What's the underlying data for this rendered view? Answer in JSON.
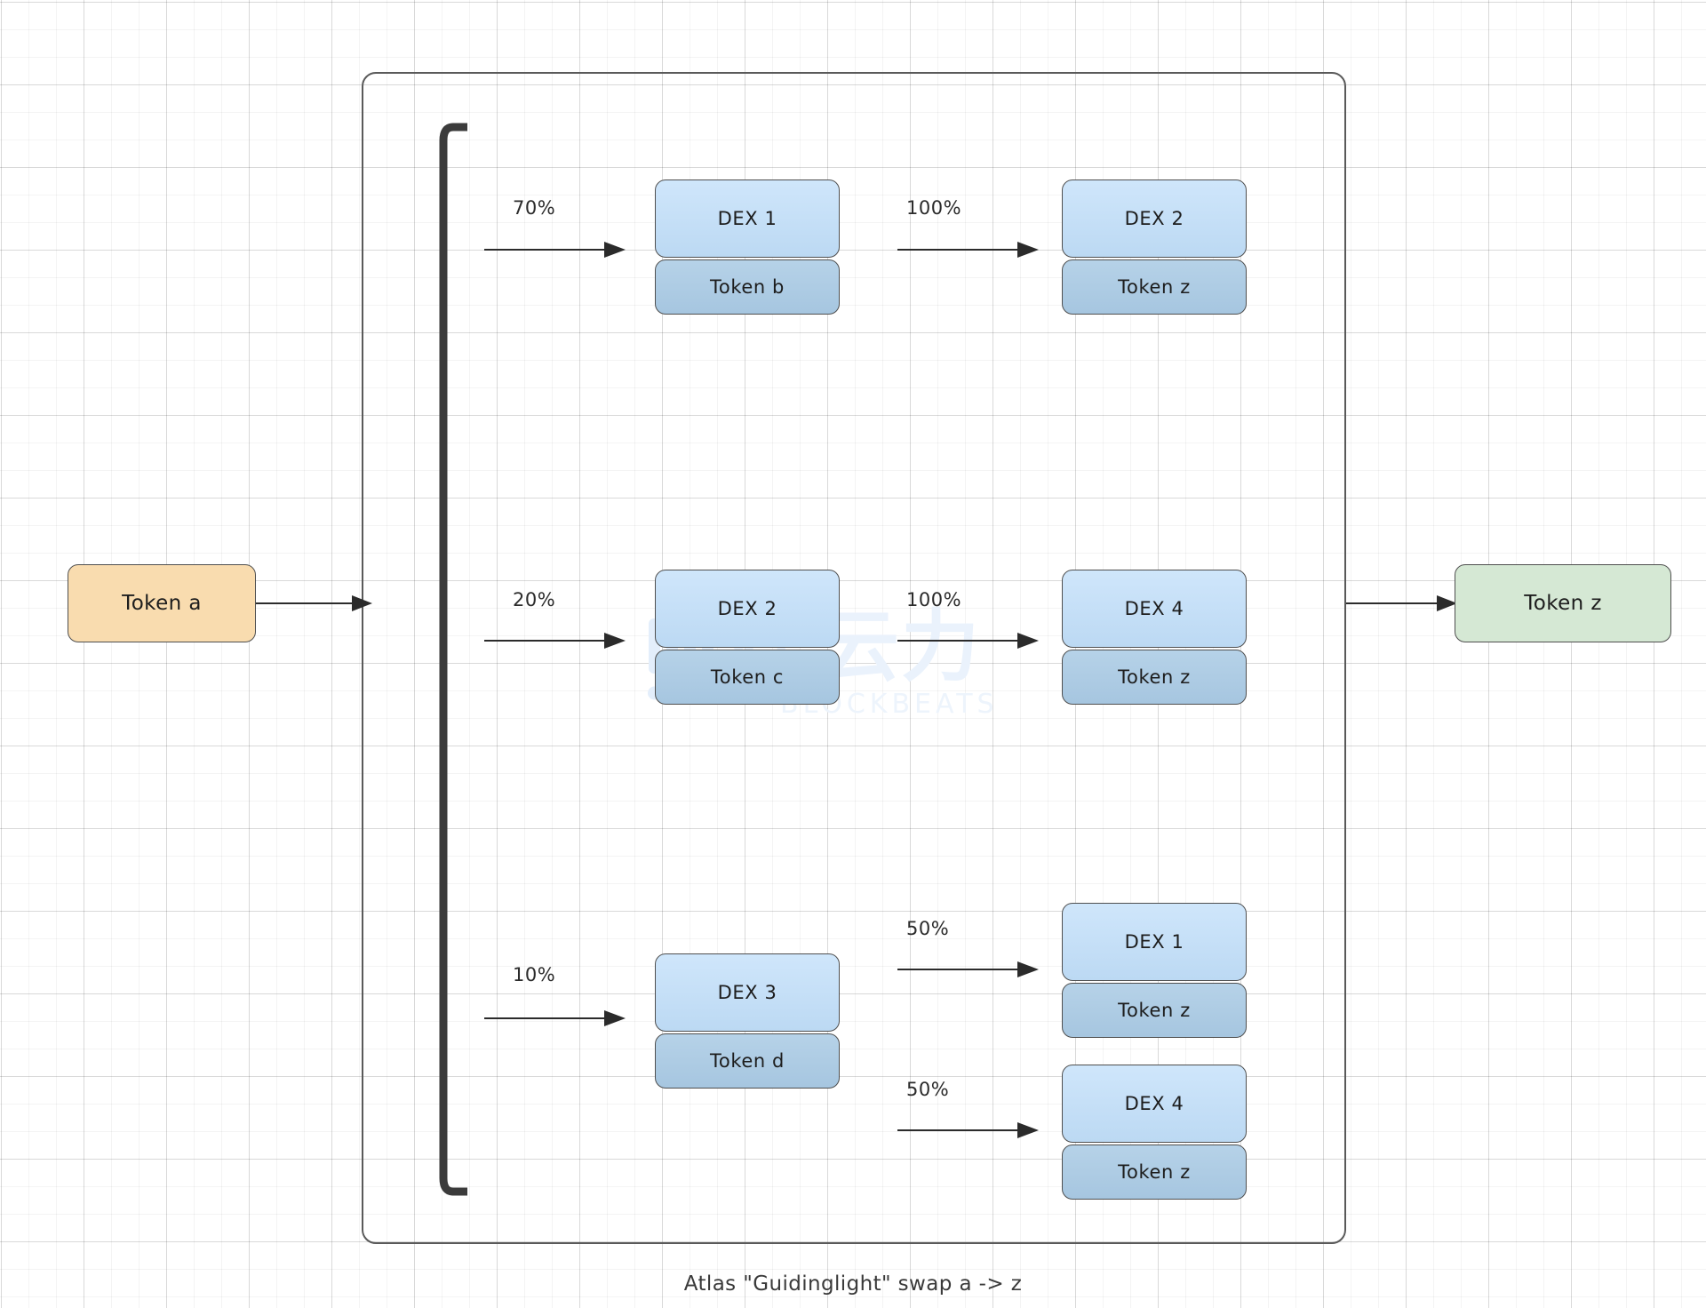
{
  "caption": "Atlas \"Guidinglight\" swap a -> z",
  "colors": {
    "source_token_fill": "#f9dcaf",
    "dest_token_fill": "#d5e8d4",
    "dex_head_fill": "#c3dffa",
    "dex_token_fill": "#aecde5",
    "stroke": "#4f4f4f",
    "watermark": "#e7f0fb"
  },
  "watermark": {
    "brand": "BLOCKBEATS",
    "brand_cn": "律动"
  },
  "source": {
    "label": "Token a"
  },
  "destination": {
    "label": "Token z"
  },
  "splits": [
    {
      "percent": "70%"
    },
    {
      "percent": "20%"
    },
    {
      "percent": "10%"
    }
  ],
  "hops": [
    {
      "percent": "100%"
    },
    {
      "percent": "100%"
    },
    {
      "percent": "50%"
    },
    {
      "percent": "50%"
    }
  ],
  "nodes": {
    "n1": {
      "dex": "DEX 1",
      "token": "Token b"
    },
    "n2": {
      "dex": "DEX 2",
      "token": "Token z"
    },
    "n3": {
      "dex": "DEX 2",
      "token": "Token c"
    },
    "n4": {
      "dex": "DEX 4",
      "token": "Token z"
    },
    "n5": {
      "dex": "DEX 3",
      "token": "Token d"
    },
    "n6": {
      "dex": "DEX 1",
      "token": "Token z"
    },
    "n7": {
      "dex": "DEX 4",
      "token": "Token z"
    }
  }
}
